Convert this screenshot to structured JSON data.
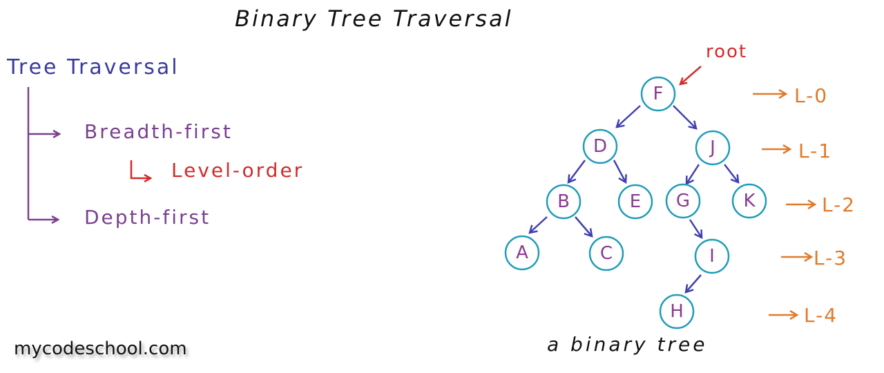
{
  "title": "Binary Tree Traversal",
  "colors": {
    "heading": "#3a3aa0",
    "branch": "#7a3f8f",
    "highlight": "#d42a2a",
    "node_stroke": "#1e9cb8",
    "node_text": "#8a3a8f",
    "edge": "#3f3fb0",
    "level": "#e07a2a",
    "black": "#111111"
  },
  "outline": {
    "heading": "Tree Traversal",
    "items": [
      {
        "label": "Breadth-first",
        "sub": "Level-order"
      },
      {
        "label": "Depth-first"
      }
    ]
  },
  "tree": {
    "root_label": "root",
    "caption": "a binary tree",
    "nodes": [
      {
        "id": "F",
        "label": "F"
      },
      {
        "id": "D",
        "label": "D"
      },
      {
        "id": "J",
        "label": "J"
      },
      {
        "id": "B",
        "label": "B"
      },
      {
        "id": "E",
        "label": "E"
      },
      {
        "id": "G",
        "label": "G"
      },
      {
        "id": "K",
        "label": "K"
      },
      {
        "id": "A",
        "label": "A"
      },
      {
        "id": "C",
        "label": "C"
      },
      {
        "id": "I",
        "label": "I"
      },
      {
        "id": "H",
        "label": "H"
      }
    ],
    "levels": [
      "L-0",
      "L-1",
      "L-2",
      "L-3",
      "L-4"
    ]
  },
  "watermark": "mycodeschool.com"
}
